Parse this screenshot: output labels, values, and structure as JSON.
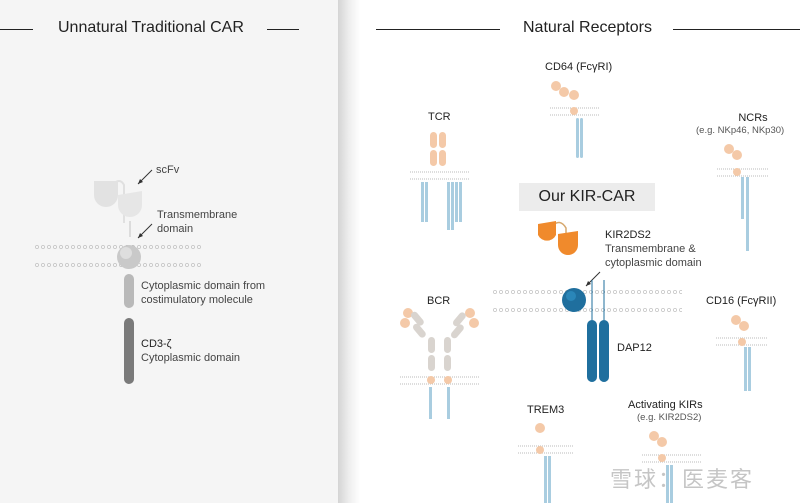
{
  "left_panel": {
    "title": "Unnatural Traditional CAR",
    "labels": {
      "scfv": "scFv",
      "transmembrane_1": "Transmembrane",
      "transmembrane_2": "domain",
      "costim_1": "Cytoplasmic domain from",
      "costim_2": "costimulatory molecule",
      "cd3z_1": "CD3-ζ",
      "cd3z_2": "Cytoplasmic domain"
    }
  },
  "right_panel": {
    "title": "Natural Receptors",
    "highlight_box": "Our KIR-CAR",
    "receptors": {
      "cd64": "CD64 (FcγRI)",
      "tcr": "TCR",
      "ncrs": "NCRs",
      "ncrs_sub": "(e.g. NKp46, NKp30)",
      "bcr": "BCR",
      "cd16": "CD16 (FcγRII)",
      "trem3": "TREM3",
      "activating_kirs": "Activating KIRs",
      "activating_kirs_sub": "(e.g. KIR2DS2)"
    },
    "kir_car_labels": {
      "kir2ds2_1": "KIR2DS2",
      "kir2ds2_2": "Transmembrane &",
      "kir2ds2_3": "cytoplasmic domain",
      "dap12": "DAP12"
    }
  },
  "watermark": "雪球：医麦客",
  "colors": {
    "orange": "#f08a2c",
    "blue": "#1f6f9e",
    "peach": "#f4c9a8",
    "light_blue": "#a9cde0",
    "gray": "#cfcfcf"
  }
}
